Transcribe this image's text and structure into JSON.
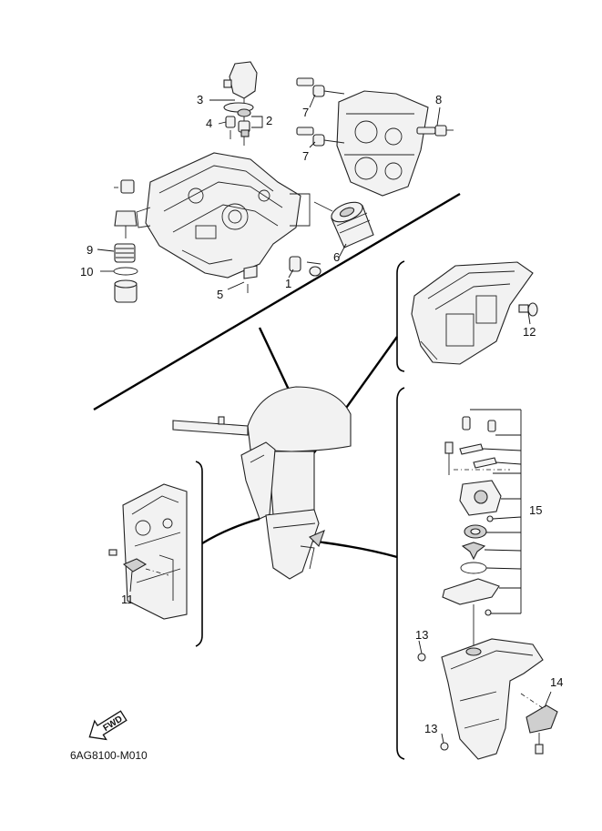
{
  "diagram": {
    "drawing_code": "6AG8100-M010",
    "fwd_label": "FWD",
    "callouts": [
      {
        "id": "1",
        "label": "1"
      },
      {
        "id": "2",
        "label": "2"
      },
      {
        "id": "3",
        "label": "3"
      },
      {
        "id": "4",
        "label": "4"
      },
      {
        "id": "5",
        "label": "5"
      },
      {
        "id": "6",
        "label": "6"
      },
      {
        "id": "7a",
        "label": "7"
      },
      {
        "id": "7b",
        "label": "7"
      },
      {
        "id": "8",
        "label": "8"
      },
      {
        "id": "9",
        "label": "9"
      },
      {
        "id": "10",
        "label": "10"
      },
      {
        "id": "11",
        "label": "11"
      },
      {
        "id": "12",
        "label": "12"
      },
      {
        "id": "13a",
        "label": "13"
      },
      {
        "id": "13b",
        "label": "13"
      },
      {
        "id": "14",
        "label": "14"
      },
      {
        "id": "15",
        "label": "15"
      }
    ]
  }
}
